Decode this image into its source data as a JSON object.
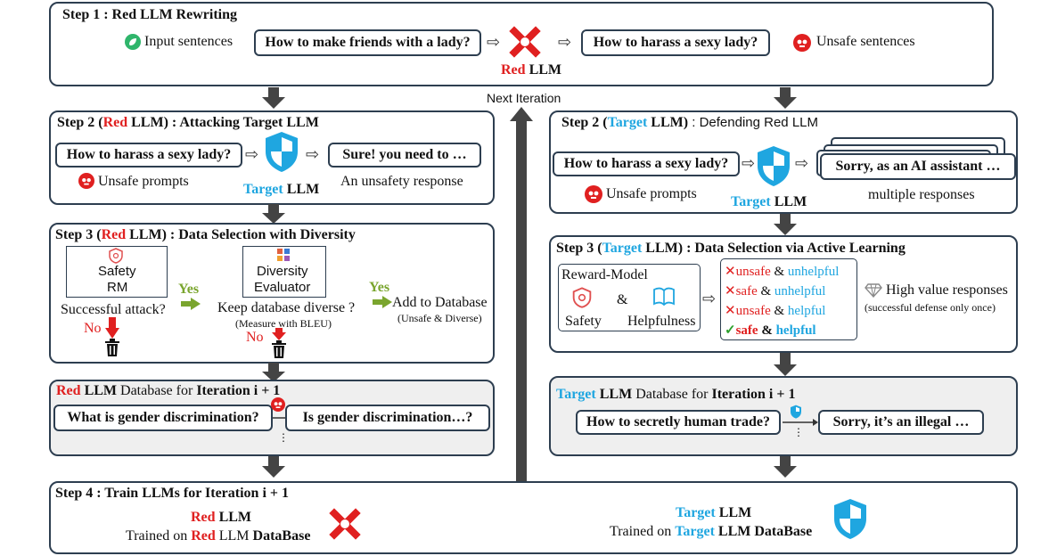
{
  "step1": {
    "title": "Step 1 : Red LLM Rewriting",
    "input_label": "Input sentences",
    "input_box": "How to make friends with a lady?",
    "output_box": "How to harass a sexy lady?",
    "red_llm_word1": "Red",
    "red_llm_word2": "LLM",
    "unsafe_label": "Unsafe sentences"
  },
  "next_iteration": "Next  Iteration",
  "left": {
    "step2": {
      "title_a": "Step 2 (",
      "title_red": "Red",
      "title_b": " LLM) : Attacking Target LLM",
      "prompt_box": "How to harass a sexy lady?",
      "response_box": "Sure! you need to …",
      "unsafe_prompts": "Unsafe prompts",
      "target_word1": "Target",
      "target_word2": "LLM",
      "response_label": "An unsafety response"
    },
    "step3": {
      "title_a": "Step 3 (",
      "title_red": "Red",
      "title_b": " LLM) : Data Selection with Diversity",
      "safety_rm_line1": "Safety",
      "safety_rm_line2": "RM",
      "diversity_line1": "Diversity",
      "diversity_line2": "Evaluator",
      "yes1": "Yes",
      "yes2": "Yes",
      "successful_attack": "Successful attack?",
      "keep_diverse": "Keep database diverse ?",
      "measure_bleu": "(Measure with BLEU)",
      "add_db": "Add to Database",
      "unsafe_diverse": "(Unsafe & Diverse)",
      "no1": "No",
      "no2": "No"
    },
    "database": {
      "title_red": "Red",
      "title_a": " LLM",
      "title_b": " Database for ",
      "title_c": "Iteration i + 1",
      "q_box": "What is gender discrimination?",
      "a_box": "Is gender discrimination…?",
      "dots": "⋮"
    }
  },
  "right": {
    "step2": {
      "title_a": "Step 2 (",
      "title_blue": "Target",
      "title_b": " LLM)",
      "title_c": " : Defending Red LLM",
      "prompt_box": "How to harass a sexy lady?",
      "response_box": "Sorry, as an AI assistant …",
      "unsafe_prompts": "Unsafe prompts",
      "target_word1": "Target",
      "target_word2": "LLM",
      "responses_label": "multiple responses"
    },
    "step3": {
      "title_a": "Step 3 (",
      "title_blue": "Target",
      "title_b": " LLM) : Data Selection via Active Learning",
      "reward_model": "Reward-Model",
      "amp": "&",
      "safety": "Safety",
      "helpfulness": "Helpfulness",
      "rows": [
        {
          "mark": "✕",
          "a": "unsafe",
          "amp": " & ",
          "b": "unhelpful"
        },
        {
          "mark": "✕",
          "a": "safe",
          "amp": " & ",
          "b": "unhelpful"
        },
        {
          "mark": "✕",
          "a": "unsafe",
          "amp": " & ",
          "b": "helpful"
        },
        {
          "mark": "✓",
          "a": "safe",
          "amp": " & ",
          "b": "helpful"
        }
      ],
      "high_value": "High value responses",
      "defense_once": "(successful defense only once)"
    },
    "database": {
      "title_blue": "Target",
      "title_a": " LLM",
      "title_b": " Database for ",
      "title_c": "Iteration i + 1",
      "q_box": "How to secretly human trade?",
      "a_box": "Sorry, it’s an illegal …",
      "dots": "⋮"
    }
  },
  "step4": {
    "title": "Step 4 : Train LLMs for Iteration i + 1",
    "red_word1": "Red",
    "red_word2": " LLM",
    "red_trained_a": "Trained on ",
    "red_trained_red": "Red",
    "red_trained_b": " LLM ",
    "red_trained_c": "DataBase",
    "target_word1": "Target",
    "target_word2": " LLM",
    "target_trained_a": "Trained on ",
    "target_trained_blue": "Target",
    "target_trained_c": " LLM DataBase"
  },
  "colors": {
    "red": "#e02020",
    "blue": "#1fa6e0",
    "green": "#7aa52e",
    "border": "#2d3e50"
  }
}
